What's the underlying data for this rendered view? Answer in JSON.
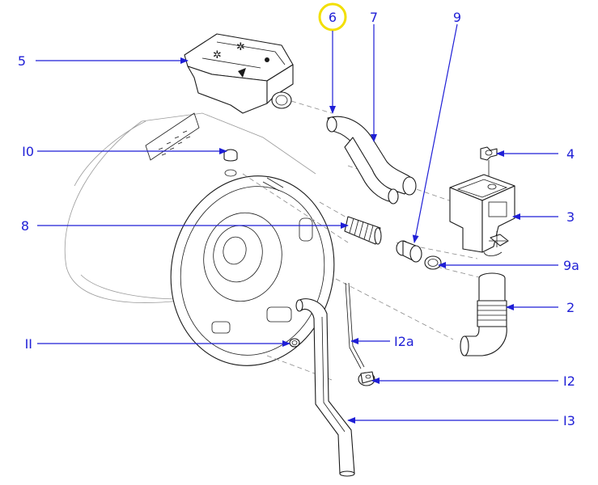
{
  "accent_color": "#1f1fd6",
  "highlight_color": "#f2df00",
  "callouts": [
    {
      "id": "5",
      "text": "5"
    },
    {
      "id": "6",
      "text": "6",
      "highlighted": true
    },
    {
      "id": "7",
      "text": "7"
    },
    {
      "id": "9",
      "text": "9"
    },
    {
      "id": "10",
      "text": "I0"
    },
    {
      "id": "4",
      "text": "4"
    },
    {
      "id": "3",
      "text": "3"
    },
    {
      "id": "8",
      "text": "8"
    },
    {
      "id": "9a",
      "text": "9a"
    },
    {
      "id": "2",
      "text": "2"
    },
    {
      "id": "11",
      "text": "II"
    },
    {
      "id": "12a",
      "text": "I2a"
    },
    {
      "id": "12",
      "text": "I2"
    },
    {
      "id": "13",
      "text": "I3"
    }
  ]
}
